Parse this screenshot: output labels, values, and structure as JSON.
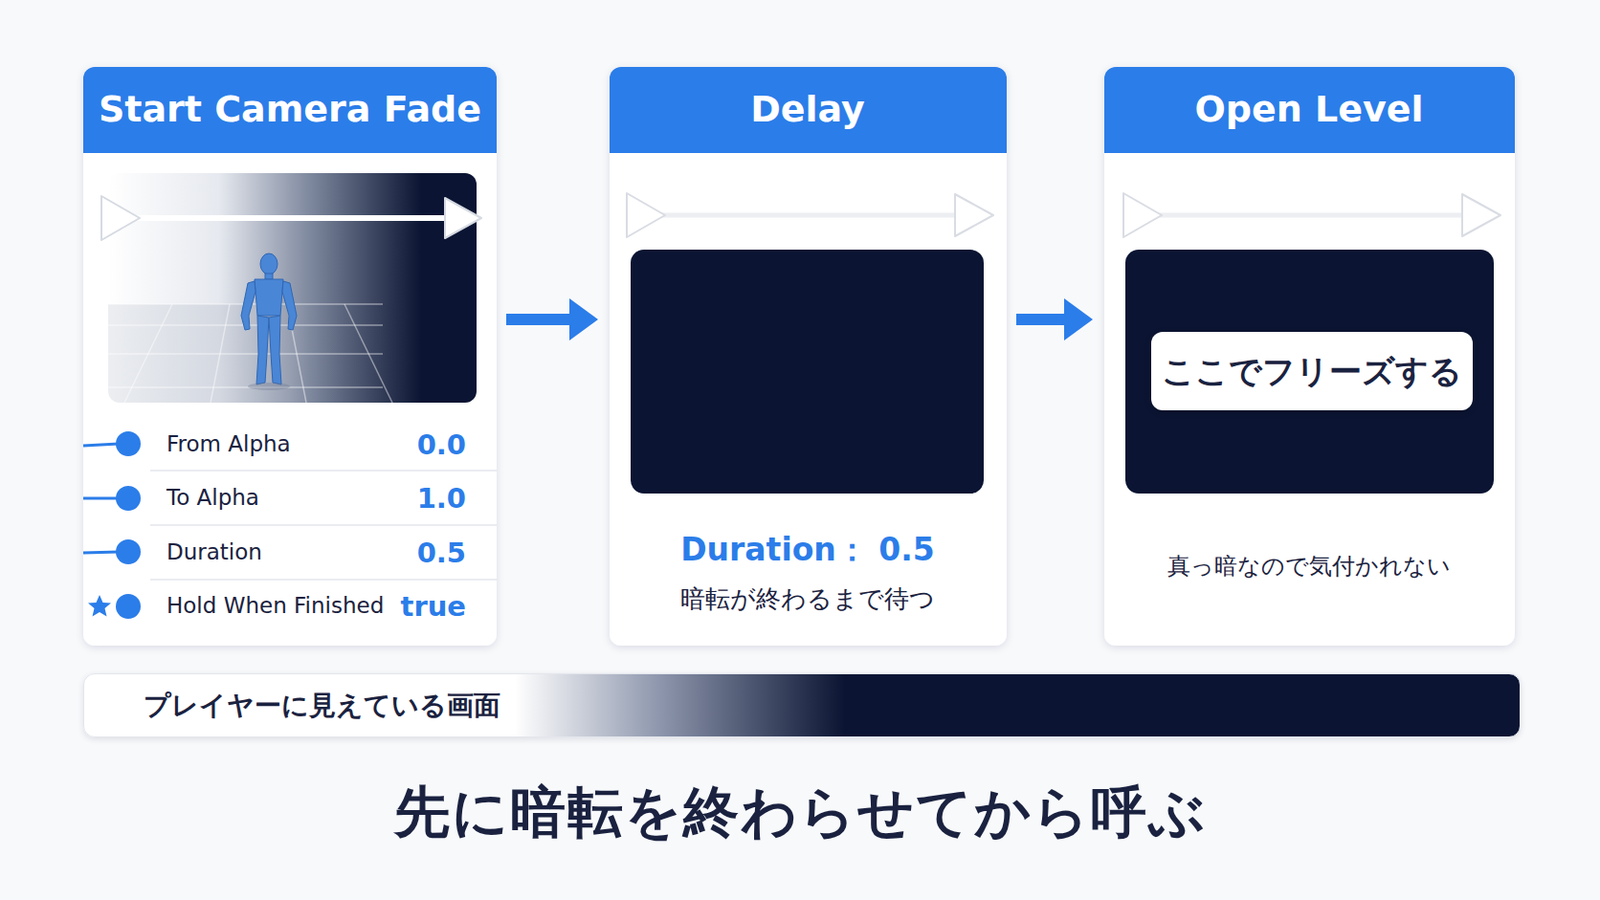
{
  "diagram": {
    "caption": "先に暗転を終わらせてから呼ぶ",
    "nodes": [
      {
        "text": [
          "Start Camera Fade"
        ]
      },
      {
        "text": [
          "Delay",
          "Duration： 0.5",
          "暗転が終わるまで待つ"
        ]
      },
      {
        "text": [
          "Open Level",
          "真っ暗なので気付かれない"
        ]
      },
      {
        "text": [
          "ここでフリーズする"
        ],
        "in": 2
      },
      {
        "text": [
          "プレイヤーに見えている画面"
        ]
      }
    ],
    "edges": [
      {
        "from": 0,
        "to": 1,
        "arrow": "to"
      },
      {
        "from": 1,
        "to": 2,
        "arrow": "to"
      }
    ],
    "labels": [
      "From Alpha",
      "0.0",
      "To Alpha",
      "1.0",
      "Duration",
      "0.5",
      "Hold When Finished",
      "true"
    ]
  }
}
